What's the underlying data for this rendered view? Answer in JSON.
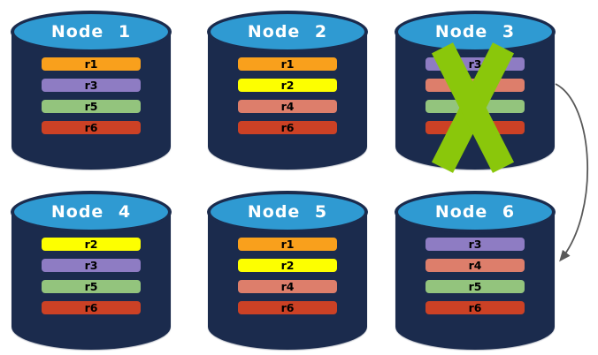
{
  "nodes": [
    {
      "label": "Node 1",
      "replicas": [
        {
          "label": "r1",
          "color": "#F9A01C"
        },
        {
          "label": "r3",
          "color": "#8E7CC3"
        },
        {
          "label": "r5",
          "color": "#93C47D"
        },
        {
          "label": "r6",
          "color": "#CC4125"
        }
      ]
    },
    {
      "label": "Node 2",
      "replicas": [
        {
          "label": "r1",
          "color": "#F9A01C"
        },
        {
          "label": "r2",
          "color": "#FDFF00"
        },
        {
          "label": "r4",
          "color": "#DD7E6B"
        },
        {
          "label": "r6",
          "color": "#CC4125"
        }
      ]
    },
    {
      "label": "Node 3",
      "failed": true,
      "replicas": [
        {
          "label": "r3",
          "color": "#8E7CC3"
        },
        {
          "label": "",
          "color": "#DD7E6B"
        },
        {
          "label": "",
          "color": "#93C47D"
        },
        {
          "label": "",
          "color": "#CC4125"
        }
      ]
    },
    {
      "label": "Node 4",
      "replicas": [
        {
          "label": "r2",
          "color": "#FDFF00"
        },
        {
          "label": "r3",
          "color": "#8E7CC3"
        },
        {
          "label": "r5",
          "color": "#93C47D"
        },
        {
          "label": "r6",
          "color": "#CC4125"
        }
      ]
    },
    {
      "label": "Node 5",
      "replicas": [
        {
          "label": "r1",
          "color": "#F9A01C"
        },
        {
          "label": "r2",
          "color": "#FDFF00"
        },
        {
          "label": "r4",
          "color": "#DD7E6B"
        },
        {
          "label": "r6",
          "color": "#CC4125"
        }
      ]
    },
    {
      "label": "Node 6",
      "replicas": [
        {
          "label": "r3",
          "color": "#8E7CC3"
        },
        {
          "label": "r4",
          "color": "#DD7E6B"
        },
        {
          "label": "r5",
          "color": "#93C47D"
        },
        {
          "label": "r6",
          "color": "#CC4125"
        }
      ]
    }
  ],
  "failure_mark": {
    "on_node": "Node 3",
    "color": "#8AC70B"
  },
  "arrow": {
    "from_node": "Node 3",
    "to_node": "Node 6",
    "color": "#595959"
  },
  "style_colors": {
    "cylinder_body": "#1B2B4D",
    "cylinder_top": "#2F9AD2",
    "node_label_text": "#FFFFFF",
    "bar_text": "#000000",
    "background": "#FFFFFF"
  }
}
